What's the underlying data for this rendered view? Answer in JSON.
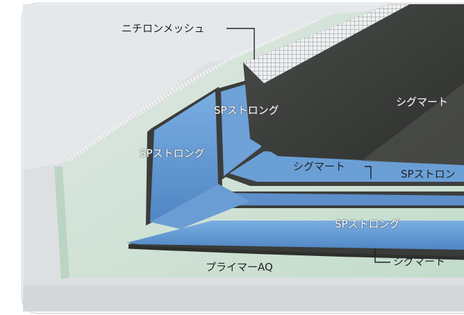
{
  "diagram": {
    "labels": {
      "mesh": "ニチロンメッシュ",
      "sp_upper": "SPストロング",
      "sp_left": "SPストロング",
      "sigmart_top": "シグマート",
      "sigmart_mid": "シグマート",
      "sp_right": "SPストロン",
      "sp_bottom": "SPストロング",
      "sigmart_bottom": "シグマート",
      "primer": "プライマーAQ"
    },
    "colors": {
      "concrete": "#d8dcdf",
      "wall_green": "#cfe3d6",
      "sheet_blue": "#6b9fd6",
      "sheet_dark": "#3d3f3d",
      "mesh": "#e9ecee"
    }
  }
}
